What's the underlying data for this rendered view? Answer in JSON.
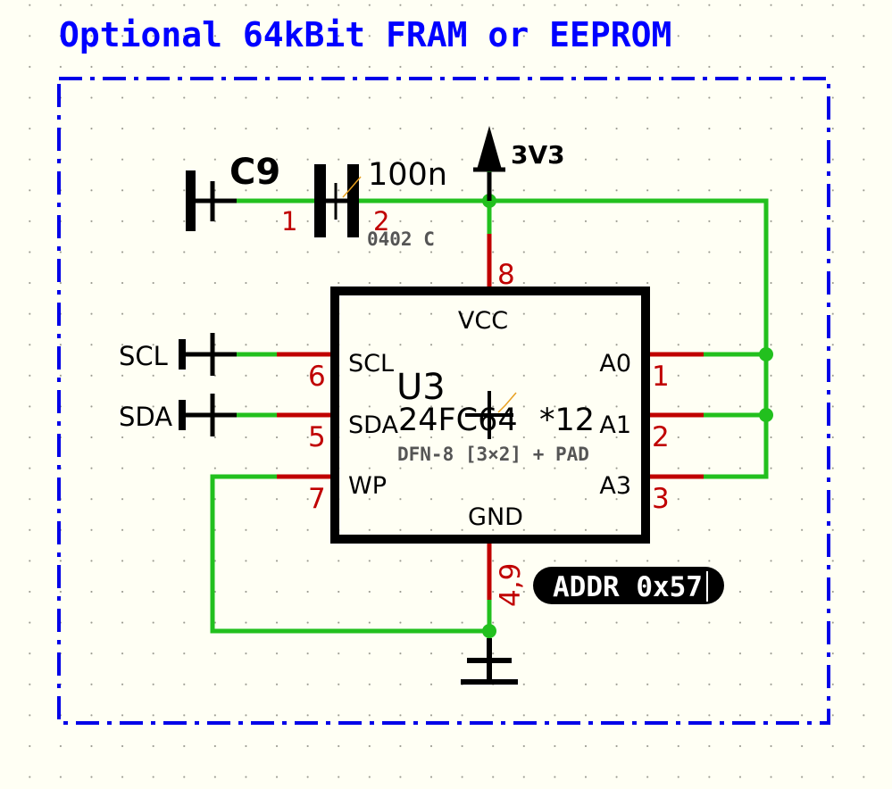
{
  "title": "Optional 64kBit FRAM or EEPROM",
  "colors": {
    "background": "#fffff4",
    "title": "#0000ff",
    "frame": "#0000e8",
    "wire": "#22c01e",
    "pin": "#c00000",
    "body": "#000000",
    "junction": "#22c01e"
  },
  "power": {
    "label": "3V3"
  },
  "capacitor": {
    "ref": "C9",
    "value": "100n",
    "footprint": "0402 C",
    "pin1": "1",
    "pin2": "2"
  },
  "ic": {
    "ref": "U3",
    "value": "24FC64",
    "multiplier": "*12",
    "footprint": "DFN-8 [3×2] + PAD",
    "pins": {
      "vcc": {
        "name": "VCC",
        "number": "8"
      },
      "gnd": {
        "name": "GND",
        "number": "4,9"
      },
      "scl": {
        "name": "SCL",
        "number": "6"
      },
      "sda": {
        "name": "SDA",
        "number": "5"
      },
      "wp": {
        "name": "WP",
        "number": "7"
      },
      "a0": {
        "name": "A0",
        "number": "1"
      },
      "a1": {
        "name": "A1",
        "number": "2"
      },
      "a3": {
        "name": "A3",
        "number": "3"
      }
    }
  },
  "net_labels": {
    "scl": "SCL",
    "sda": "SDA",
    "addr": "ADDR 0x57"
  }
}
